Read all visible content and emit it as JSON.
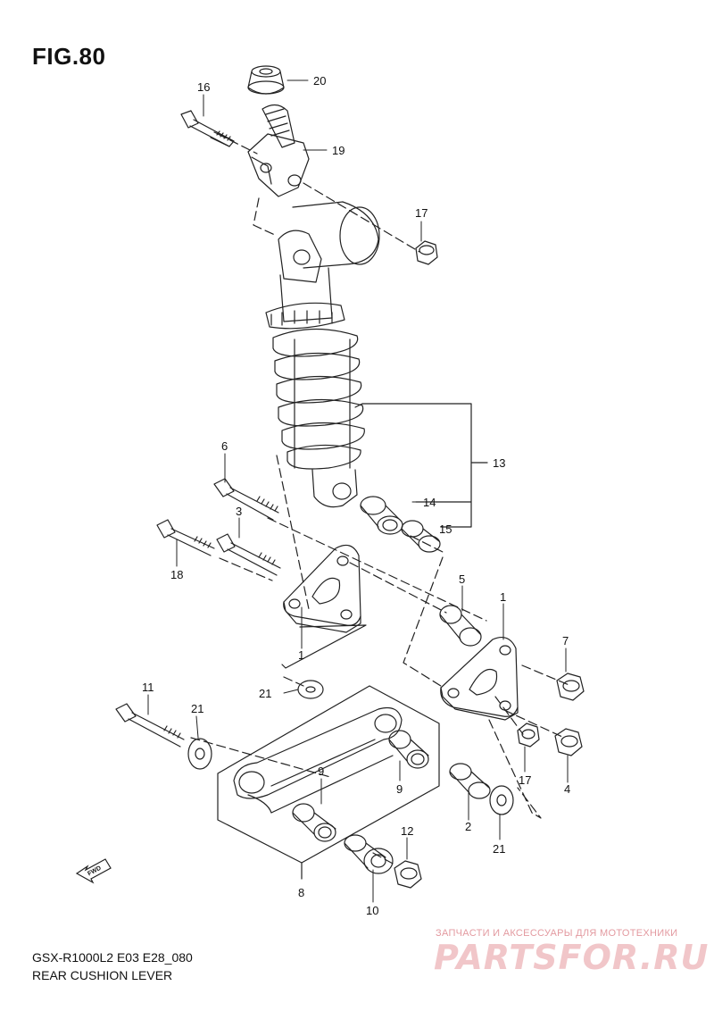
{
  "figure": {
    "title": "FIG.80",
    "model_code": "GSX-R1000L2 E03 E28_080",
    "caption": "REAR CUSHION LEVER"
  },
  "callouts": [
    {
      "id": "c20",
      "text": "20"
    },
    {
      "id": "c16",
      "text": "16"
    },
    {
      "id": "c19",
      "text": "19"
    },
    {
      "id": "c17a",
      "text": "17"
    },
    {
      "id": "c13",
      "text": "13"
    },
    {
      "id": "c14",
      "text": "14"
    },
    {
      "id": "c15",
      "text": "15"
    },
    {
      "id": "c6",
      "text": "6"
    },
    {
      "id": "c3",
      "text": "3"
    },
    {
      "id": "c18",
      "text": "18"
    },
    {
      "id": "c5",
      "text": "5"
    },
    {
      "id": "c1a",
      "text": "1"
    },
    {
      "id": "c1b",
      "text": "1"
    },
    {
      "id": "c7",
      "text": "7"
    },
    {
      "id": "c21a",
      "text": "21"
    },
    {
      "id": "c11",
      "text": "11"
    },
    {
      "id": "c21b",
      "text": "21"
    },
    {
      "id": "c9a",
      "text": "9"
    },
    {
      "id": "c9b",
      "text": "9"
    },
    {
      "id": "c17b",
      "text": "17"
    },
    {
      "id": "c4",
      "text": "4"
    },
    {
      "id": "c2",
      "text": "2"
    },
    {
      "id": "c21c",
      "text": "21"
    },
    {
      "id": "c12",
      "text": "12"
    },
    {
      "id": "c8",
      "text": "8"
    },
    {
      "id": "c10",
      "text": "10"
    }
  ],
  "fwd_arrow_label": "FWD",
  "watermark": {
    "tagline": "ЗАПЧАСТИ И АКСЕССУАРЫ ДЛЯ МОТОТЕХНИКИ",
    "logo": "PARTSFOR.RU"
  }
}
